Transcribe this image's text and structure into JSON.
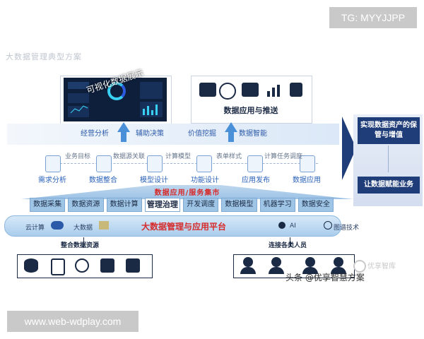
{
  "watermarks": {
    "top": "TG: MYYJJPP",
    "bottom": "www.web-wdplay.com"
  },
  "faded_title": "大数据管理典型方案",
  "visualization": {
    "caption": "可视化数据展示"
  },
  "push": {
    "label": "数据应用与推送",
    "icons": [
      "chat-icon",
      "bubble-icon",
      "mail-icon",
      "chart-icon",
      "document-icon"
    ]
  },
  "decisions": [
    "经营分析",
    "辅助决策",
    "价值挖掘",
    "数据智能"
  ],
  "flow": {
    "steps": [
      "需求分析",
      "数据整合",
      "模型设计",
      "功能设计",
      "应用发布",
      "数据应用"
    ],
    "connectors": [
      "业务目标",
      "数据源关联",
      "计算模型",
      "表单样式",
      "计算任务调度"
    ]
  },
  "service_title": "数据应用/服务集市",
  "services": [
    "数据采集",
    "数据资源",
    "数据计算",
    "管理治理",
    "开发调度",
    "数据模型",
    "机器学习",
    "数据安全"
  ],
  "platform": {
    "title": "大数据管理与应用平台",
    "left_items": [
      "云计算",
      "大数据"
    ],
    "right_items": [
      "AI",
      "图谱技术"
    ]
  },
  "resources": {
    "label": "整合数据资源",
    "icons": [
      "database-icon",
      "log-icon",
      "cloud-icon",
      "play-icon",
      "file-stack-icon"
    ]
  },
  "people": {
    "label": "连接各类人员",
    "icons": [
      "person-icon",
      "person-icon",
      "person-icon",
      "person-icon"
    ]
  },
  "goals": [
    "实现数据资产的保管与增值",
    "让数据赋能业务"
  ],
  "credit": {
    "text": "头条 @优享智慧方案",
    "logo_text": "优享智库"
  }
}
